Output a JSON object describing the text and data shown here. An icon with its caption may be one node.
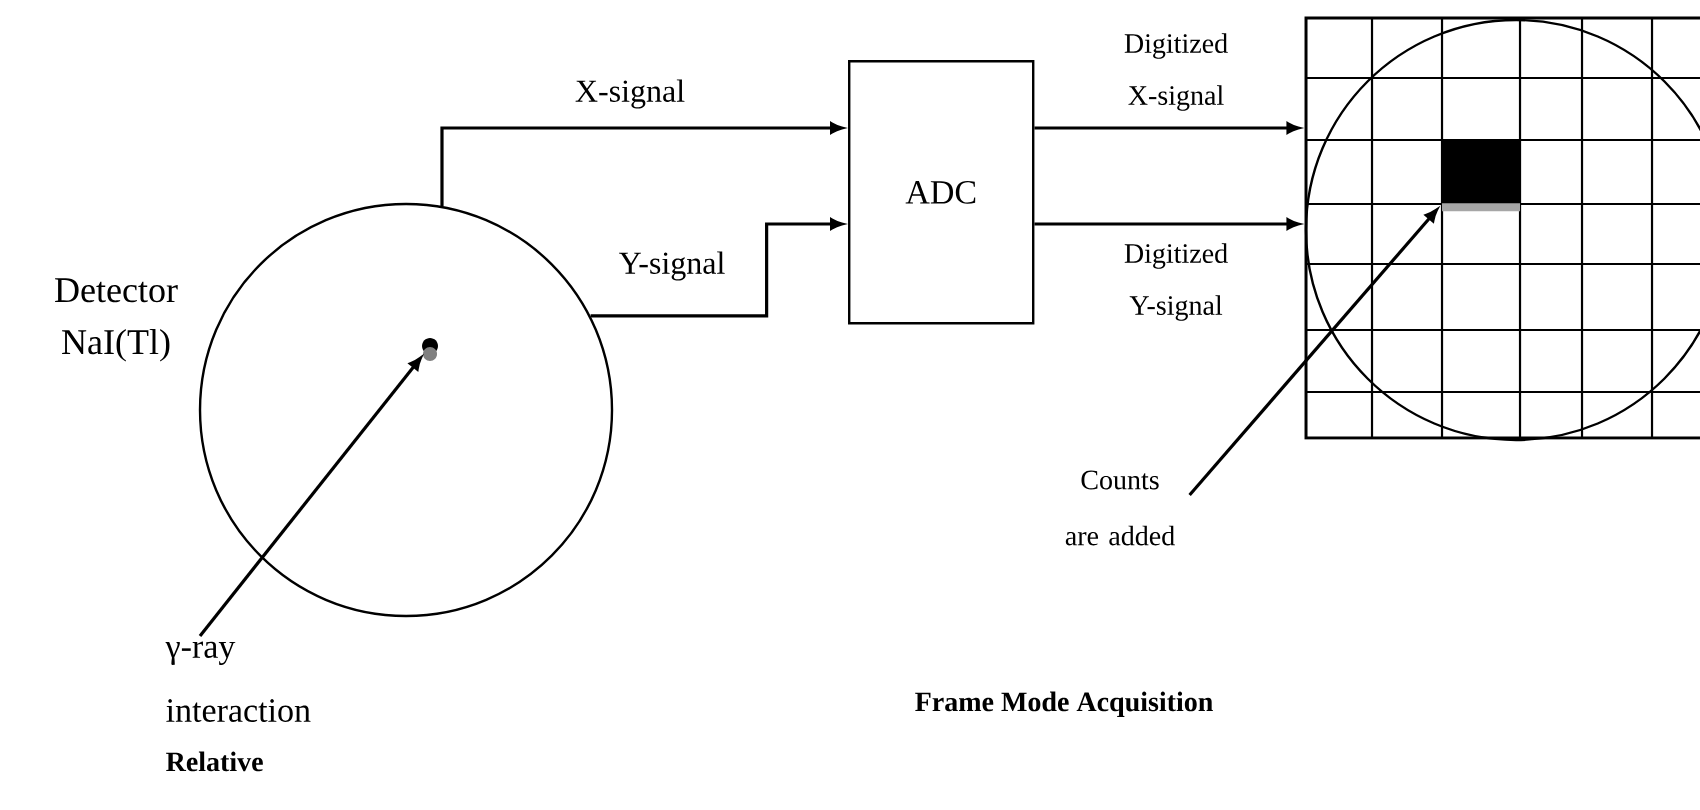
{
  "diagram": {
    "nodes": [
      {
        "text": [
          "Detector NaI(Tl)"
        ]
      },
      {
        "text": [],
        "shape": "circle",
        "in": 0
      },
      {
        "text": [
          "γ-ray interaction"
        ]
      },
      {
        "text": [
          "ADC"
        ]
      },
      {
        "text": [],
        "shape": "picture"
      },
      {
        "text": [],
        "shape": "box",
        "in": 4
      },
      {
        "text": [
          "Counts are added"
        ]
      }
    ],
    "edges": [
      {
        "from": 0,
        "to": 3,
        "arrow": "to",
        "label": "X-signal"
      },
      {
        "from": 0,
        "to": 3,
        "arrow": "to",
        "label": "Y-signal"
      },
      {
        "from": 3,
        "to": 4,
        "arrow": "to",
        "label": "Digitized X-signal"
      },
      {
        "from": 3,
        "to": 4,
        "arrow": "to",
        "label": "Digitized Y-signal"
      },
      {
        "from": 2,
        "to": 1,
        "arrow": "to"
      },
      {
        "from": 6,
        "to": 5,
        "arrow": "to"
      }
    ],
    "labels": [
      "Frame Mode Acquisition",
      "Relative"
    ]
  }
}
